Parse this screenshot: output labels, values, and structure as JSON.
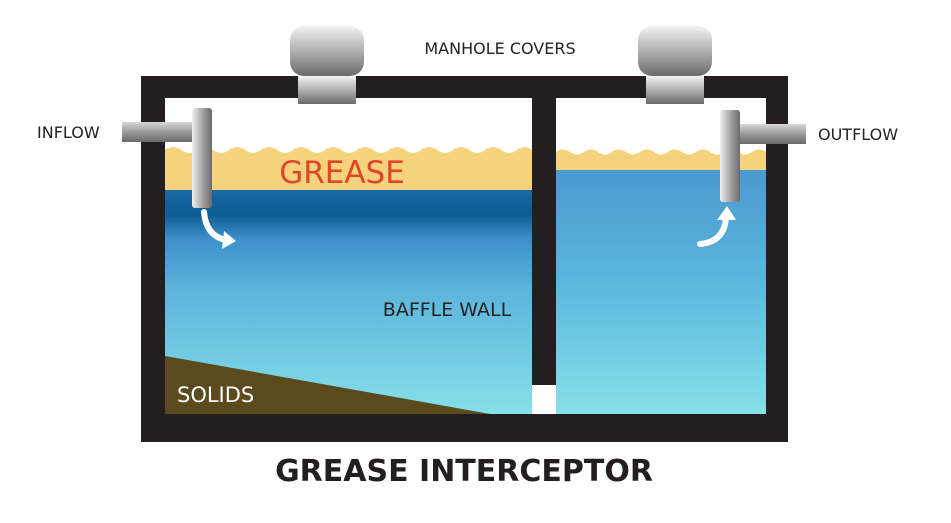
{
  "title": "GREASE INTERCEPTOR",
  "labels": {
    "manhole_covers": "MANHOLE COVERS",
    "inflow": "INFLOW",
    "outflow": "OUTFLOW",
    "grease": "GREASE",
    "baffle_wall": "BAFFLE WALL",
    "solids": "SOLIDS"
  },
  "colors": {
    "tank_wall": "#231f20",
    "grease_layer": "#f6d27d",
    "water_top": "#4a98cf",
    "water_bottom": "#7fdde6",
    "water_dark_band": "#0f5c94",
    "solids": "#5c4a1f",
    "grease_text": "#e0452a",
    "label_text": "#222222",
    "solids_text": "#ffffff",
    "flow_arrow": "#ffffff"
  },
  "icons": {
    "inflow_arrow": "curved-arrow-icon",
    "outflow_arrow": "curved-arrow-icon"
  }
}
